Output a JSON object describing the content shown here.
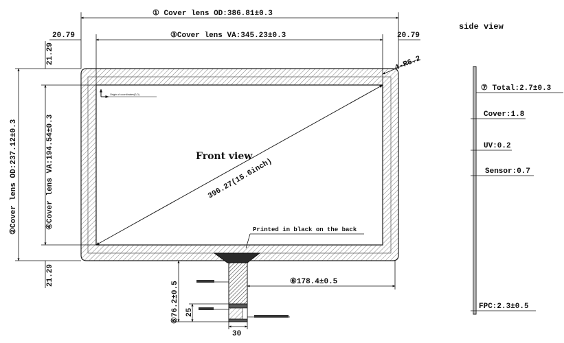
{
  "dimensions": {
    "cover_od": "① Cover lens OD:386.81±0.3",
    "cover_va": "③Cover lens VA:345.23±0.3",
    "margin_left": "20.79",
    "margin_right": "20.79",
    "margin_top": "21.29",
    "margin_bottom": "21.29",
    "corner": "4-R6.2",
    "height_od": "②Cover lens OD:237.12±0.3",
    "height_va": "④Cover lens VA:194.54±0.3",
    "diagonal": "396.27(15.6inch)",
    "fpc_length": "⑥178.4±0.5",
    "fpc_total": "⑤76.2±0.5",
    "fpc_tail": "25",
    "fpc_width": "30"
  },
  "front_view": {
    "title": "Front view",
    "origin_note": "Origin of coordinates(0,0)",
    "print_note": "Printed in black on the back"
  },
  "side_view": {
    "title": "side view",
    "total": "⑦  Total:2.7±0.3",
    "cover": "Cover:1.8",
    "uv": "UV:0.2",
    "sensor": "Sensor:0.7",
    "fpc": "FPC:2.3±0.5"
  }
}
